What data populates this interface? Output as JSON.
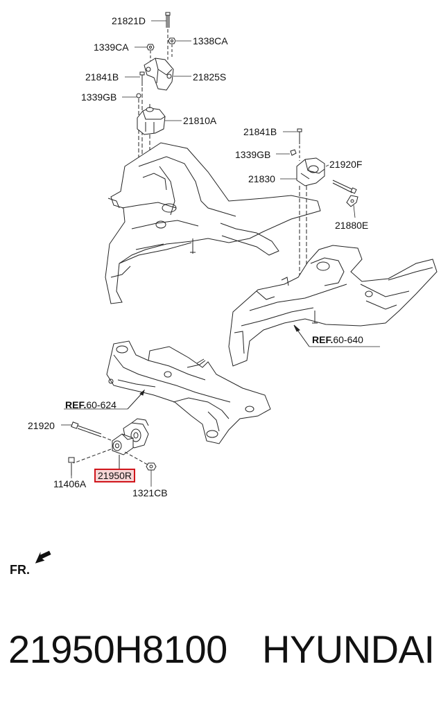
{
  "labels": {
    "l_21821D": "21821D",
    "l_1339CA": "1339CA",
    "l_1338CA": "1338CA",
    "l_21841B_a": "21841B",
    "l_21825S": "21825S",
    "l_1339GB_a": "1339GB",
    "l_21810A": "21810A",
    "l_21841B_b": "21841B",
    "l_1339GB_b": "1339GB",
    "l_21920F": "21920F",
    "l_21830": "21830",
    "l_21880E": "21880E",
    "ref_640_prefix": "REF.",
    "ref_640_num": "60-640",
    "ref_624_prefix": "REF.",
    "ref_624_num": "60-624",
    "l_21920": "21920",
    "l_21950R": "21950R",
    "l_11406A": "11406A",
    "l_1321CB": "1321CB",
    "fr": "FR."
  },
  "footer": {
    "part_number": "21950H8100",
    "brand": "HYUNDAI"
  },
  "colors": {
    "highlight_border": "#d0151b",
    "highlight_fill": "#f7d6d6",
    "line": "#222222"
  },
  "icons": {
    "front_arrow": "front-direction-arrow-icon"
  }
}
